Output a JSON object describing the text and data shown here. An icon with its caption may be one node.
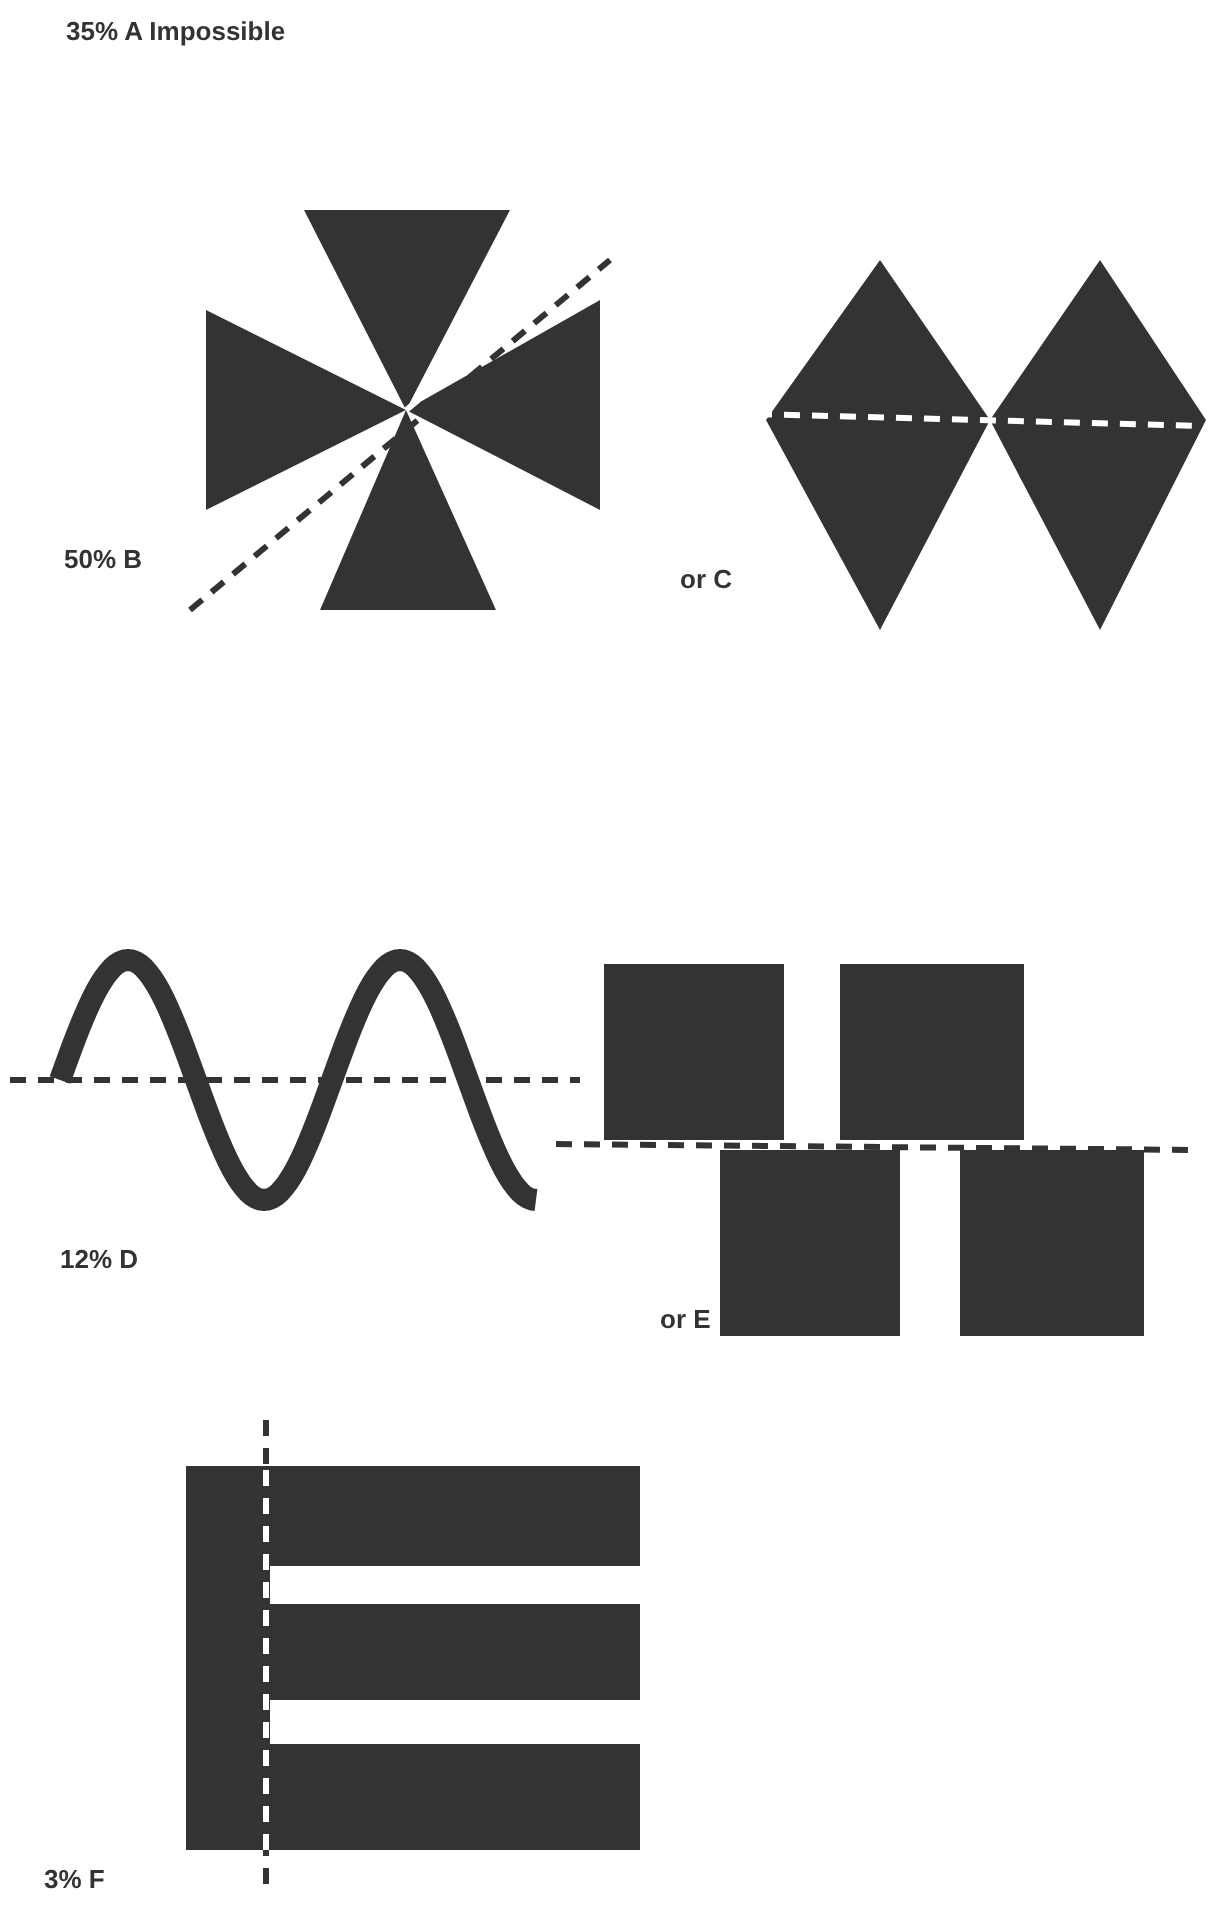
{
  "diagram": {
    "labels": [
      "35% A Impossible",
      "50% B",
      "or C",
      "12% D",
      "or E",
      "3% F"
    ]
  }
}
